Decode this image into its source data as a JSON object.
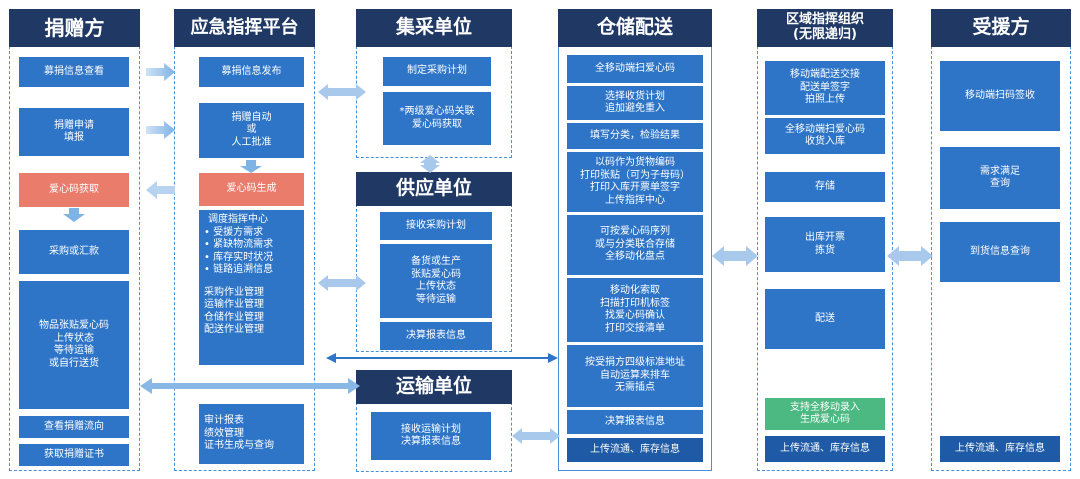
{
  "headers": {
    "donor": "捐赠方",
    "platform": "应急指挥平台",
    "procure": "集采单位",
    "supply": "供应单位",
    "transport": "运输单位",
    "warehouse": "仓储配送",
    "regional": "区域指挥组织\n(无限递归)",
    "recipient": "受援方"
  },
  "donor": {
    "items": [
      "募捐信息查看",
      "捐赠申请\n填报",
      "爱心码获取",
      "采购或汇款",
      "物品张贴爱心码\n上传状态\n等待运输\n或自行送货",
      "查看捐赠流向",
      "获取捐赠证书"
    ]
  },
  "platform": {
    "items": [
      "募捐信息发布",
      "捐赠自动\n或\n人工批准",
      "爱心码生成"
    ],
    "dispatch": {
      "title": "调度指挥中心",
      "bullets": [
        "受援方需求",
        "紧缺物流需求",
        "库存实时状况",
        "链路追溯信息"
      ],
      "lines": [
        "采购作业管理",
        "运输作业管理",
        "仓储作业管理",
        "配送作业管理"
      ]
    },
    "audit": "审计报表\n绩效管理\n证书生成与查询"
  },
  "procure": {
    "items": [
      "制定采购计划",
      "*两级爱心码关联\n爱心码获取"
    ]
  },
  "supply": {
    "items": [
      "接收采购计划",
      "备货或生产\n张贴爱心码\n上传状态\n等待运输",
      "决算报表信息"
    ]
  },
  "transport": {
    "items": [
      "接收运输计划\n决算报表信息"
    ]
  },
  "warehouse": {
    "items": [
      "全移动端扫爱心码",
      "选择收货计划\n追加避免重入",
      "填写分类，检验结果",
      "以码作为货物编码\n打印张贴（可为子母码）\n打印入库开票单签字\n上传指挥中心",
      "可按爱心码序列\n或与分类联合存储\n全移动化盘点",
      "移动化索取\n扫描打印机标签\n找爱心码确认\n打印交接清单",
      "按受捐方四级标准地址\n自动运算来排车\n无需插点",
      "决算报表信息",
      "上传流通、库存信息"
    ]
  },
  "regional": {
    "items": [
      "移动端配送交接\n配送单签字\n拍照上传",
      "全移动端扫爱心码\n收货入库",
      "存储",
      "出库开票\n拣货",
      "配送",
      "支持全移动录入\n生成爱心码",
      "上传流通、库存信息"
    ]
  },
  "recipient": {
    "items": [
      "移动端扫码签收",
      "需求满足\n查询",
      "到货信息查询",
      "上传流通、库存信息"
    ]
  }
}
